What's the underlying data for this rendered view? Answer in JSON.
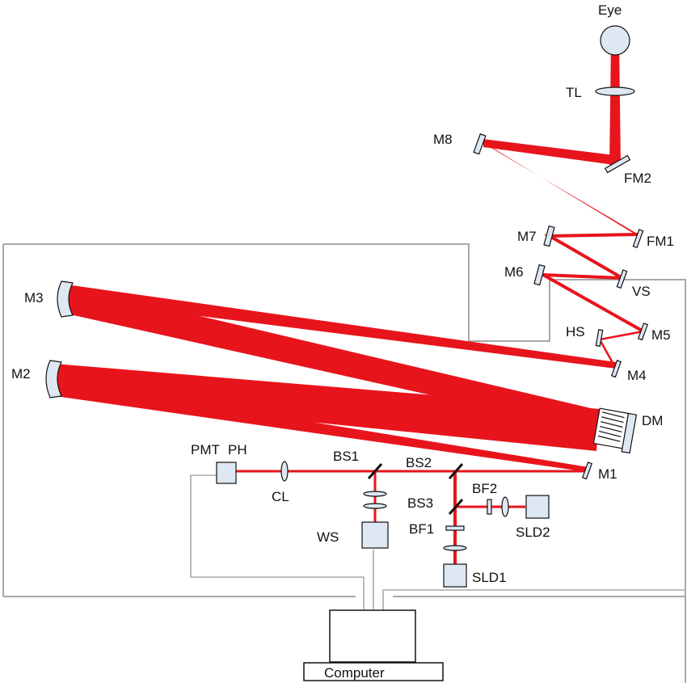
{
  "labels": {
    "eye": "Eye",
    "tl": "TL",
    "m8": "M8",
    "fm2": "FM2",
    "m7": "M7",
    "fm1": "FM1",
    "m6": "M6",
    "vs": "VS",
    "m3": "M3",
    "hs": "HS",
    "m5": "M5",
    "m2": "M2",
    "m4": "M4",
    "dm": "DM",
    "pmt": "PMT",
    "ph": "PH",
    "bs1": "BS1",
    "bs2": "BS2",
    "m1": "M1",
    "cl": "CL",
    "bs3": "BS3",
    "bf2": "BF2",
    "ws": "WS",
    "bf1": "BF1",
    "sld2": "SLD2",
    "sld1": "SLD1",
    "computer": "Computer"
  },
  "colors": {
    "beam": "#e8141c",
    "component_fill": "#dde8f3",
    "enclosure": "#a8a8a8"
  }
}
